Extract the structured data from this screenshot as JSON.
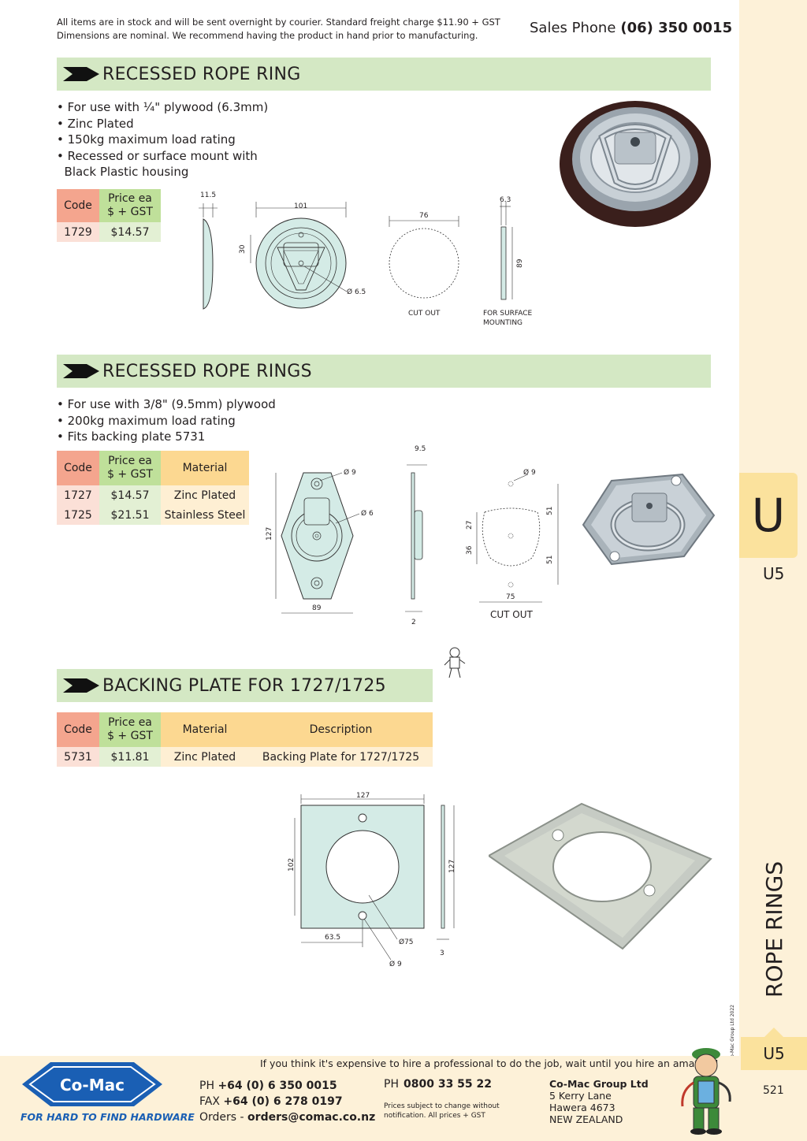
{
  "header": {
    "notice_line1": "All items are in stock and will be sent overnight by courier. Standard freight charge $11.90 + GST",
    "notice_line2": "Dimensions are nominal. We recommend having the product in hand prior to manufacturing.",
    "sales_label": "Sales Phone",
    "sales_number": "(06) 350 0015"
  },
  "sidebar": {
    "tab_letter": "U",
    "tab_code": "U5",
    "category": "ROPE RINGS",
    "copyright": "© Co-Mac Group Ltd 2022",
    "page_tab": "U5",
    "page_number": "521"
  },
  "section1": {
    "title": "RECESSED ROPE RING",
    "bullets": [
      "• For use with ¼\" plywood (6.3mm)",
      "• Zinc Plated",
      "• 150kg maximum load rating",
      "• Recessed or surface mount with",
      "  Black Plastic housing"
    ],
    "table": {
      "head_code": "Code",
      "head_price1": "Price ea",
      "head_price2": "$ + GST",
      "rows": [
        {
          "code": "1729",
          "price": "$14.57"
        }
      ]
    },
    "dims": {
      "d_11_5": "11.5",
      "d_101": "101",
      "d_30": "30",
      "d_6_5": "Ø 6.5",
      "d_76": "76",
      "d_6_3": "6.3",
      "d_89": "89",
      "cut_out": "CUT OUT",
      "surface1": "FOR SURFACE",
      "surface2": "MOUNTING"
    }
  },
  "section2": {
    "title": "RECESSED ROPE RINGS",
    "bullets": [
      "• For use with 3/8\" (9.5mm) plywood",
      "• 200kg maximum load rating",
      "• Fits backing plate 5731"
    ],
    "table": {
      "head_code": "Code",
      "head_price1": "Price ea",
      "head_price2": "$ + GST",
      "head_material": "Material",
      "rows": [
        {
          "code": "1727",
          "price": "$14.57",
          "material": "Zinc Plated"
        },
        {
          "code": "1725",
          "price": "$21.51",
          "material": "Stainless Steel"
        }
      ]
    },
    "dims": {
      "d_9a": "Ø 9",
      "d_6": "Ø 6",
      "d_127": "127",
      "d_89": "89",
      "d_9_5": "9.5",
      "d_2": "2",
      "d_9b": "Ø 9",
      "d_27": "27",
      "d_36": "36",
      "d_51a": "51",
      "d_51b": "51",
      "d_75": "75",
      "cut_out": "CUT OUT"
    }
  },
  "section3": {
    "title": "BACKING PLATE FOR 1727/1725",
    "table": {
      "head_code": "Code",
      "head_price1": "Price ea",
      "head_price2": "$ + GST",
      "head_material": "Material",
      "head_desc": "Description",
      "rows": [
        {
          "code": "5731",
          "price": "$11.81",
          "material": "Zinc Plated",
          "desc": "Backing Plate for 1727/1725"
        }
      ]
    },
    "dims": {
      "d_127a": "127",
      "d_102": "102",
      "d_63_5": "63.5",
      "d_75": "Ø75",
      "d_9": "Ø 9",
      "d_127b": "127",
      "d_3": "3"
    }
  },
  "footer": {
    "quote": "If you think it's expensive to hire a professional to do the job, wait until you hire an amateur!",
    "ph_label": "PH",
    "ph_number": "+64 (0) 6 350 0015",
    "fax_label": "FAX",
    "fax_number": "+64 (0) 6 278 0197",
    "orders_label": "Orders -",
    "orders_email": "orders@comac.co.nz",
    "ph2_label": "PH",
    "ph2_number": "0800 33 55 22",
    "terms1": "Prices subject to change without",
    "terms2": "notification. All prices + GST",
    "company_name": "Co-Mac Group Ltd",
    "address1": "5 Kerry Lane",
    "address2": "Hawera 4673",
    "address3": "NEW ZEALAND",
    "logo_text": "Co-Mac",
    "tagline": "FOR HARD TO FIND HARDWARE"
  },
  "colors": {
    "section_bar": "#d4e8c4",
    "sidebar": "#fdf1d8",
    "tab": "#fbe29d",
    "head_code": "#f4a58e",
    "head_price": "#bfe09a",
    "head_material": "#fcd891",
    "brand_blue": "#1a5fb4"
  }
}
